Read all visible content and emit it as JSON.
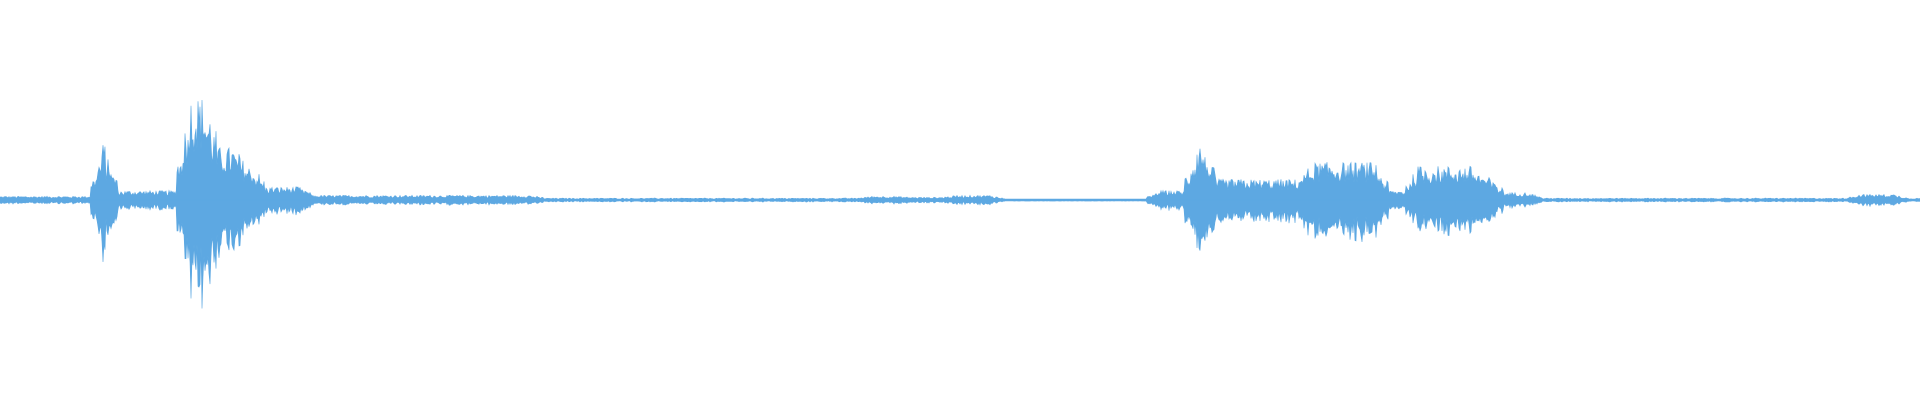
{
  "waveform": {
    "color": "#5DA8E2",
    "background": "#ffffff",
    "description_label": "",
    "duration_fraction_segments": [
      {
        "start": 0.0,
        "end": 0.05,
        "peak": 0.02
      },
      {
        "start": 0.05,
        "end": 0.058,
        "peak": 0.3
      },
      {
        "start": 0.058,
        "end": 0.095,
        "peak": 0.05
      },
      {
        "start": 0.095,
        "end": 0.11,
        "peak": 0.55
      },
      {
        "start": 0.11,
        "end": 0.125,
        "peak": 0.28
      },
      {
        "start": 0.125,
        "end": 0.135,
        "peak": 0.18
      },
      {
        "start": 0.135,
        "end": 0.16,
        "peak": 0.07
      },
      {
        "start": 0.16,
        "end": 0.28,
        "peak": 0.025
      },
      {
        "start": 0.28,
        "end": 0.45,
        "peak": 0.01
      },
      {
        "start": 0.45,
        "end": 0.47,
        "peak": 0.02
      },
      {
        "start": 0.47,
        "end": 0.495,
        "peak": 0.015
      },
      {
        "start": 0.495,
        "end": 0.52,
        "peak": 0.025
      },
      {
        "start": 0.52,
        "end": 0.6,
        "peak": 0.005
      },
      {
        "start": 0.6,
        "end": 0.62,
        "peak": 0.05
      },
      {
        "start": 0.62,
        "end": 0.63,
        "peak": 0.3
      },
      {
        "start": 0.63,
        "end": 0.68,
        "peak": 0.11
      },
      {
        "start": 0.68,
        "end": 0.72,
        "peak": 0.2
      },
      {
        "start": 0.72,
        "end": 0.735,
        "peak": 0.05
      },
      {
        "start": 0.735,
        "end": 0.77,
        "peak": 0.18
      },
      {
        "start": 0.77,
        "end": 0.78,
        "peak": 0.12
      },
      {
        "start": 0.78,
        "end": 0.8,
        "peak": 0.04
      },
      {
        "start": 0.8,
        "end": 0.965,
        "peak": 0.01
      },
      {
        "start": 0.965,
        "end": 0.99,
        "peak": 0.03
      },
      {
        "start": 0.99,
        "end": 1.0,
        "peak": 0.01
      }
    ]
  }
}
